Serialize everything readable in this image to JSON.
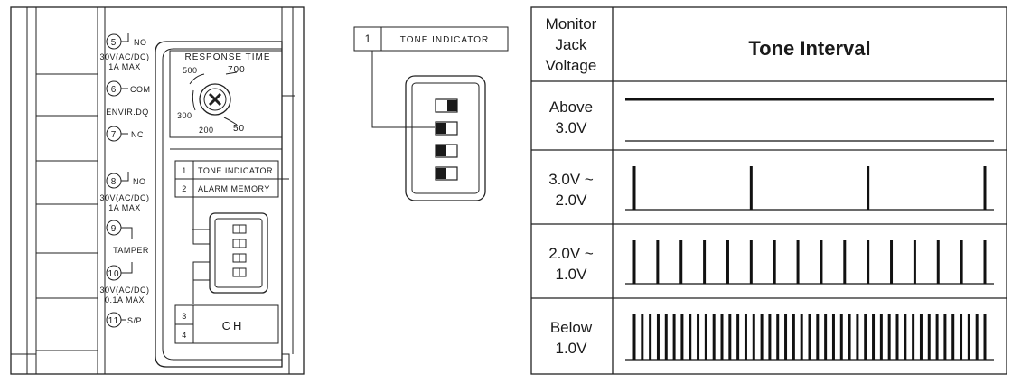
{
  "terminals": [
    {
      "num": "5",
      "label": "NO",
      "note": [
        "30V(AC/DC)",
        "1A MAX"
      ]
    },
    {
      "num": "6",
      "label": "COM",
      "note": [
        "ENVIR.DQ"
      ]
    },
    {
      "num": "7",
      "label": "NC",
      "note": []
    },
    {
      "num": "8",
      "label": "NO",
      "note": [
        "30V(AC/DC)",
        "1A MAX"
      ]
    },
    {
      "num": "9",
      "label": "",
      "note": [
        "TAMPER"
      ]
    },
    {
      "num": "10",
      "label": "",
      "note": [
        "30V(AC/DC)",
        "0.1A MAX"
      ]
    },
    {
      "num": "11",
      "label": "S/P",
      "note": []
    }
  ],
  "response_time": {
    "title": "RESPONSE TIME",
    "ticks": [
      "500",
      "700",
      "300",
      "200",
      "50"
    ]
  },
  "switch_panel": {
    "rows": [
      {
        "num": "1",
        "label": "TONE INDICATOR"
      },
      {
        "num": "2",
        "label": "ALARM MEMORY"
      }
    ],
    "ch_nums": [
      "3",
      "4"
    ],
    "ch_label": "CH"
  },
  "callout": {
    "num": "1",
    "label": "TONE INDICATOR"
  },
  "callout_dip": [
    0,
    1,
    1,
    1
  ],
  "table": {
    "col1_header": [
      "Monitor",
      "Jack",
      "Voltage"
    ],
    "col2_header": "Tone Interval",
    "rows": [
      {
        "label": [
          "Above",
          "3.0V"
        ],
        "pattern": "continuous",
        "pulses": 0
      },
      {
        "label": [
          "3.0V ~",
          "2.0V"
        ],
        "pattern": "pulses",
        "pulses": 4
      },
      {
        "label": [
          "2.0V ~",
          "1.0V"
        ],
        "pattern": "pulses",
        "pulses": 16
      },
      {
        "label": [
          "Below",
          "1.0V"
        ],
        "pattern": "pulses",
        "pulses": 45
      }
    ]
  }
}
